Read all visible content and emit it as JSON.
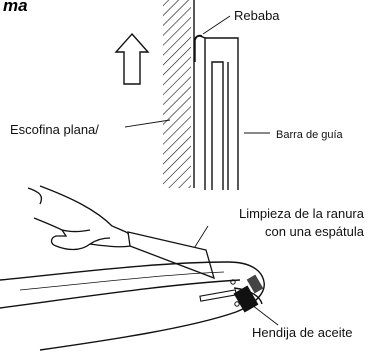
{
  "heading_fragment": "ma",
  "labels": {
    "rebaba": "Rebaba",
    "escofina": "Escofina plana/",
    "barra": "Barra de guía",
    "limpieza_line1": "Limpieza de la ranura",
    "limpieza_line2": "con una espátula",
    "hendija": "Hendija de aceite"
  }
}
